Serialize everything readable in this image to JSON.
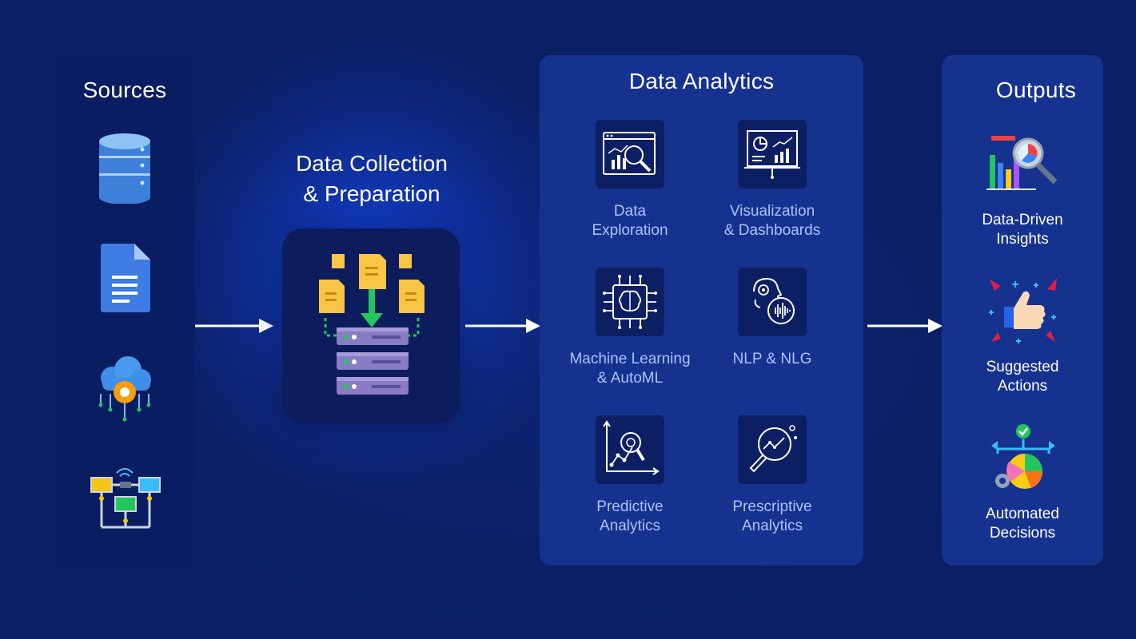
{
  "sources": {
    "title": "Sources",
    "icons": [
      "database-icon",
      "document-icon",
      "cloud-settings-icon",
      "network-icon"
    ]
  },
  "collection": {
    "title_line1": "Data Collection",
    "title_line2": "& Preparation",
    "icon": "data-server-files-icon"
  },
  "analytics": {
    "title": "Data Analytics",
    "items": [
      {
        "line1": "Data",
        "line2": "Exploration",
        "icon": "exploration-icon"
      },
      {
        "line1": "Visualization",
        "line2": "& Dashboards",
        "icon": "dashboard-board-icon"
      },
      {
        "line1": "Machine Learning",
        "line2": "& AutoML",
        "icon": "brain-chip-icon"
      },
      {
        "line1": "NLP & NLG",
        "line2": "",
        "icon": "nlp-head-icon"
      },
      {
        "line1": "Predictive",
        "line2": "Analytics",
        "icon": "predictive-chart-icon"
      },
      {
        "line1": "Prescriptive",
        "line2": "Analytics",
        "icon": "magnifier-trend-icon"
      }
    ]
  },
  "outputs": {
    "title": "Outputs",
    "items": [
      {
        "line1": "Data-Driven",
        "line2": "Insights",
        "icon": "insights-chart-icon"
      },
      {
        "line1": "Suggested",
        "line2": "Actions",
        "icon": "thumbs-up-icon"
      },
      {
        "line1": "Automated",
        "line2": "Decisions",
        "icon": "decision-pie-icon"
      }
    ]
  },
  "colors": {
    "background": "#0b1f62",
    "panel": "#15328f",
    "tile": "#0d1f63",
    "label": "#aec2ff",
    "accent_green": "#22c55e"
  }
}
